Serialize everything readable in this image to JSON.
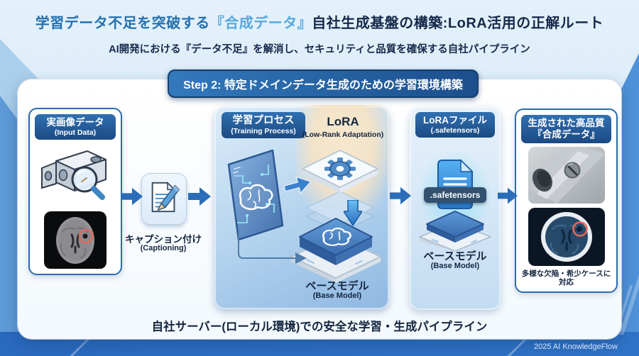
{
  "title": {
    "part1": "学習データ不足を突破する",
    "part2": "『合成データ』",
    "part3": "自社生成基盤の構築:LoRA活用の正解ルート"
  },
  "subtitle": "AI開発における『データ不足』を解消し、セキュリティと品質を確保する自社パイプライン",
  "step_badge": "Step 2: 特定ドメインデータ生成のための学習環境構築",
  "input_box": {
    "title": "実画像データ",
    "subtitle": "(Input Data)"
  },
  "captioning": {
    "label": "キャプション付け",
    "sublabel": "(Captioning)"
  },
  "training_box": {
    "badge_title": "学習プロセス",
    "badge_subtitle": "(Training Process)",
    "lora_title": "LoRA",
    "lora_subtitle": "(Low-Rank Adaptation)",
    "base_label": "ベースモデル",
    "base_sublabel": "(Base Model)"
  },
  "lora_file_box": {
    "title": "LoRAファイル",
    "subtitle": "(.safetensors)",
    "file_badge": ".safetensors",
    "base_label": "ベースモデル",
    "base_sublabel": "(Base Model)"
  },
  "output_box": {
    "title_line1": "生成された高品質",
    "title_line2": "『合成データ』",
    "caption": "多様な欠陥・希少ケースに対応"
  },
  "footer": {
    "note": "自社サーバー(ローカル環境)での安全な学習・生成パイプライン",
    "credit": "2025 AI KnowledgeFlow"
  },
  "colors": {
    "page_bg": "#d9eaf7",
    "panel_bg": "#fbfdff",
    "header_gradient_start": "#3070b2",
    "header_gradient_end": "#1c4a82",
    "accent_arrow_blue": "#2a6db8",
    "bottom_bar_blue": "#2d6ec3",
    "title_blue": "#2470b0",
    "title_highlight_blue": "#55a8dc",
    "dark_navy_text": "#16294a",
    "peach_highlight": "#f8e6c8",
    "safetensors_badge_bg": "#31516f",
    "mri_ring_red": "#e2685c"
  }
}
